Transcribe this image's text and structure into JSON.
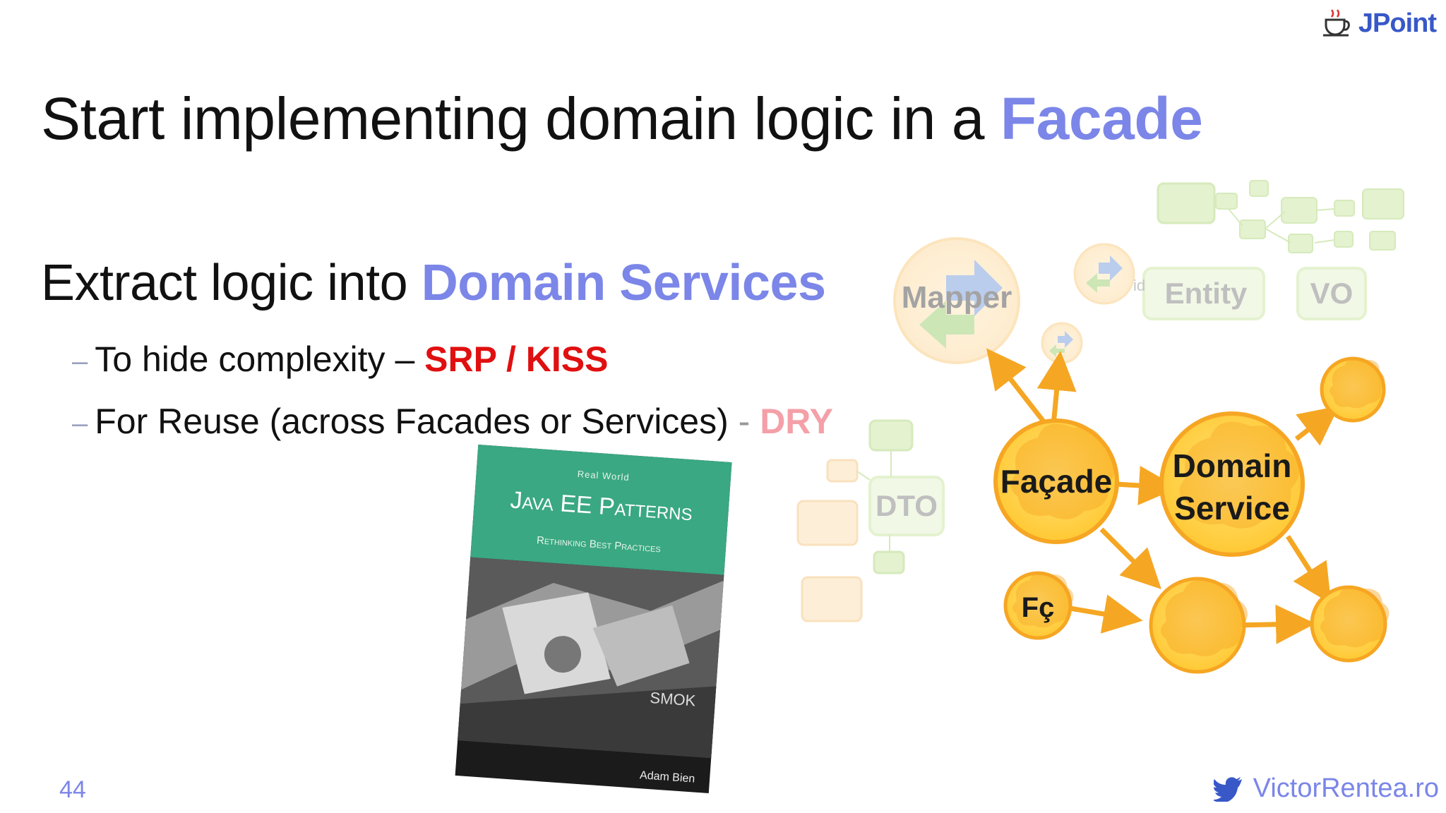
{
  "slide": {
    "title_prefix": "Start implementing domain logic in a ",
    "title_accent": "Facade",
    "subtitle_prefix": "Extract logic into ",
    "subtitle_accent": "Domain Services",
    "bullets": [
      {
        "text": "To hide complexity – ",
        "highlight": "SRP / KISS",
        "suffix": ""
      },
      {
        "text": "For Reuse (across Facades or Services)",
        "separator": " - ",
        "highlight": "DRY"
      }
    ],
    "page_number": "44",
    "footer_handle": "VictorRentea.ro",
    "logo_text": "JPoint"
  },
  "book": {
    "top_small": "Real World",
    "title": "Java EE Patterns",
    "subtitle": "Rethinking Best Practices",
    "photo_text": "SMOK",
    "author": "Adam Bien",
    "cover_color": "#3aa882"
  },
  "diagram": {
    "labels": {
      "mapper": "Mapper",
      "entity": "Entity",
      "entity_tag": "id",
      "vo": "VO",
      "dto": "DTO",
      "facade": "Façade",
      "domain_service_line1": "Domain",
      "domain_service_line2": "Service",
      "fc": "Fç"
    },
    "colors": {
      "brain_fill": "#ffd24a",
      "brain_ring": "#f6a623",
      "arrow": "#f5a623",
      "faded_green": "#cfe8a8",
      "faded_orange": "#fde3b8"
    }
  }
}
